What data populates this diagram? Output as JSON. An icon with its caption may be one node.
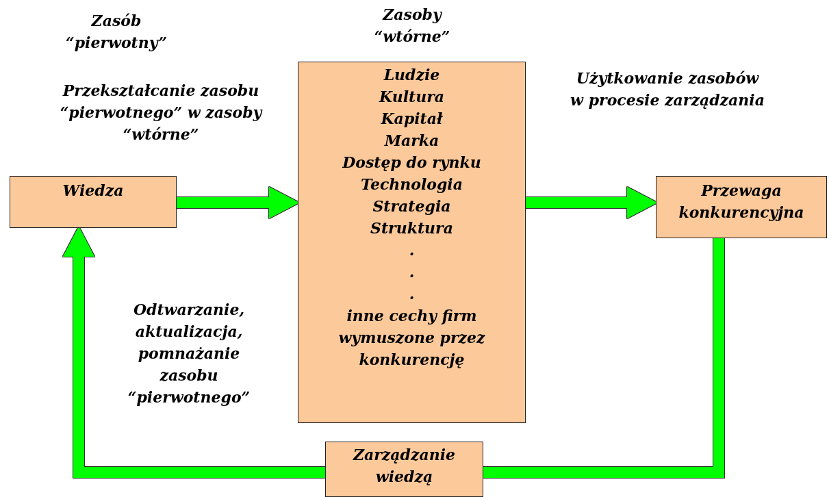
{
  "diagram": {
    "nodes": [
      {
        "text": [
          "Wiedza"
        ]
      },
      {
        "text": [
          "Zasoby “wtórne”",
          "Ludzie",
          "Kultura",
          "Kapitał",
          "Marka",
          "Dostęp do rynku",
          "Technologia",
          "Strategia",
          "Struktura",
          ".",
          ".",
          ".",
          "inne cechy firm wymuszone przez konkurencję"
        ]
      },
      {
        "text": [
          "Przewaga konkurencyjna"
        ]
      },
      {
        "text": [
          "Zarządzanie wiedzą"
        ]
      }
    ],
    "edges": [
      {
        "from": 0,
        "to": 1,
        "arrow": "to"
      },
      {
        "from": 1,
        "to": 2,
        "arrow": "to"
      },
      {
        "from": 2,
        "to": 3,
        "arrow": "none"
      },
      {
        "from": 3,
        "to": 0,
        "arrow": "to"
      }
    ],
    "labels": [
      "Zasób “pierwotny”",
      "Przekształcanie zasobu “pierwotnego” w zasoby “wtórne”",
      "Użytkowanie zasobów w procesie zarządzania",
      "Odtwarzanie, aktualizacja, pomnażanie zasobu “pierwotnego”"
    ]
  }
}
